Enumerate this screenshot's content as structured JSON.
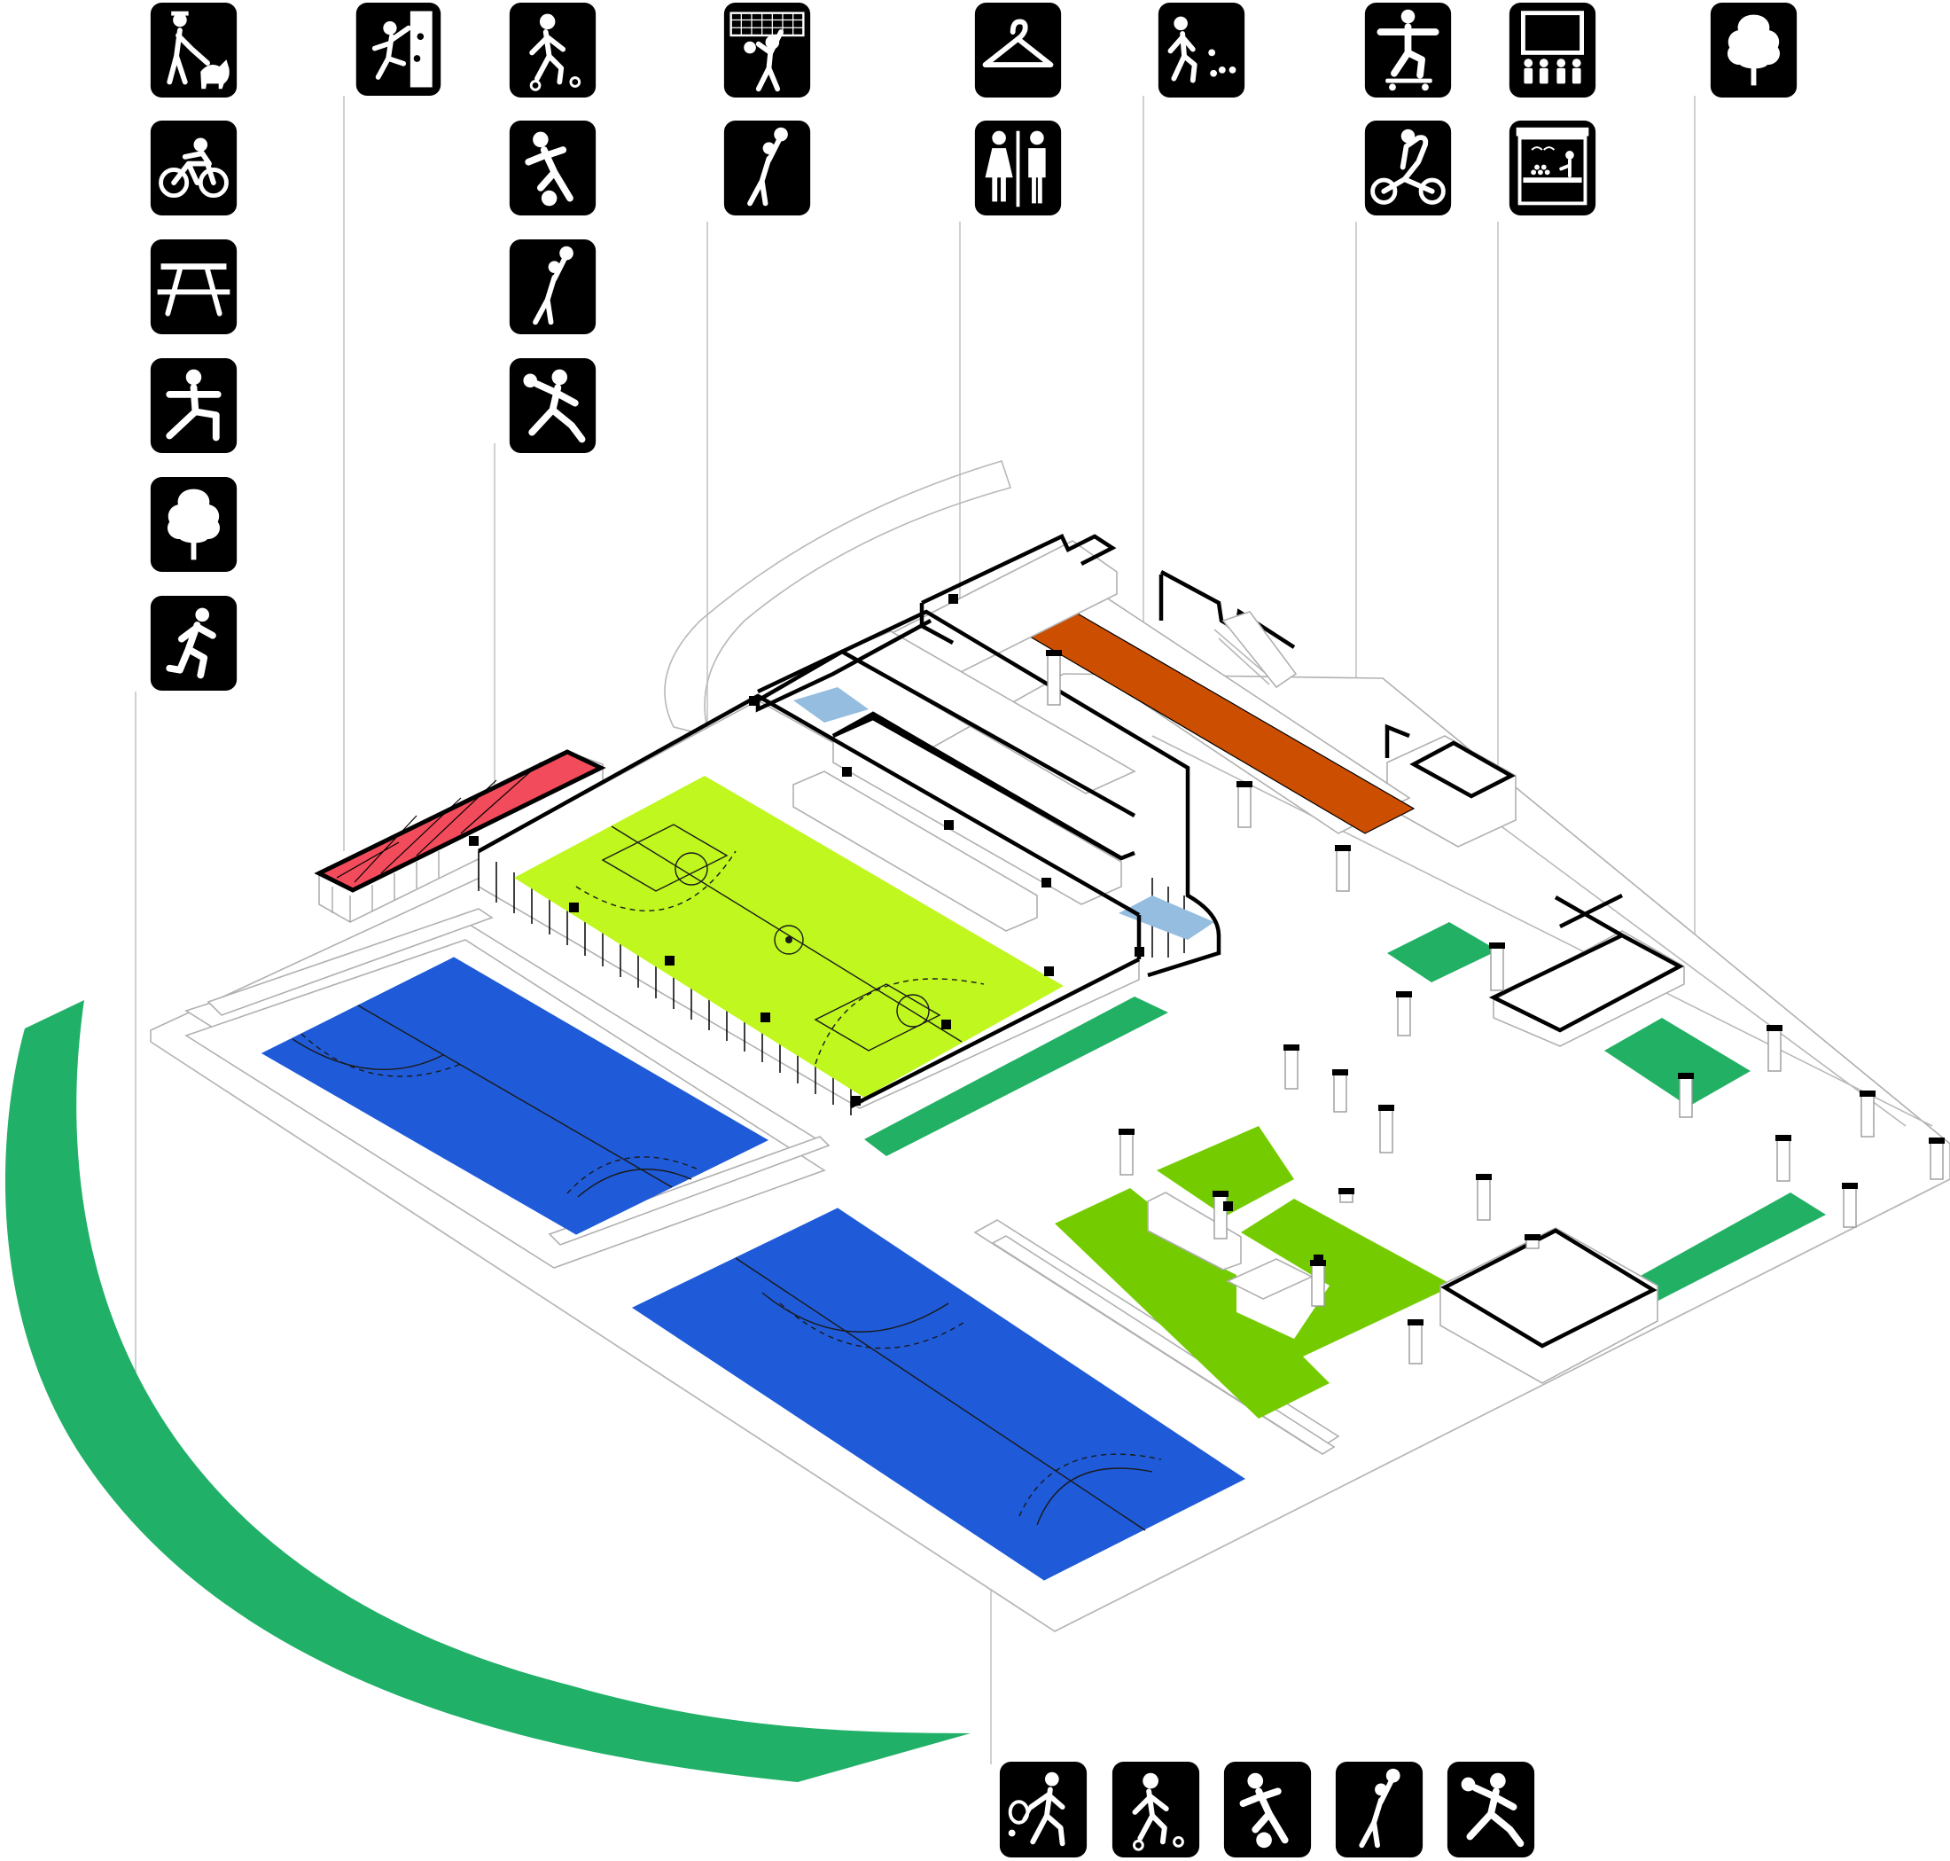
{
  "colors": {
    "court_blue": "#1f5bd8",
    "court_lime": "#bff71f",
    "skate_green": "#74cc00",
    "strip_green": "#22b064",
    "sweep_green": "#21b068",
    "track_orange": "#cc4e00",
    "wall_red": "#f24c5c",
    "pool_light_blue": "#94bde0",
    "icon_black": "#000000"
  },
  "icon_columns": [
    {
      "id": "col-1",
      "icons": [
        "dog-walking-icon",
        "cycling-icon",
        "picnic-table-icon",
        "exercise-icon",
        "tree-icon",
        "running-icon"
      ]
    },
    {
      "id": "col-2",
      "icons": [
        "climbing-wall-icon"
      ]
    },
    {
      "id": "col-3",
      "icons": [
        "football-dribble-icon",
        "soccer-kick-icon",
        "basketball-icon",
        "handball-icon"
      ]
    },
    {
      "id": "col-4",
      "icons": [
        "volleyball-icon",
        "basketball-icon"
      ]
    },
    {
      "id": "col-5",
      "icons": [
        "cloakroom-hanger-icon",
        "restroom-icon"
      ]
    },
    {
      "id": "col-6",
      "icons": [
        "bowling-petanque-icon"
      ]
    },
    {
      "id": "col-7",
      "icons": [
        "skateboard-icon",
        "bmx-bike-icon"
      ]
    },
    {
      "id": "col-8",
      "icons": [
        "cinema-screen-icon",
        "market-stall-icon"
      ]
    },
    {
      "id": "col-9",
      "icons": [
        "tree-icon"
      ]
    }
  ],
  "bottom_icons": [
    "tennis-icon",
    "football-dribble-icon",
    "soccer-kick-icon",
    "basketball-icon",
    "handball-icon"
  ]
}
